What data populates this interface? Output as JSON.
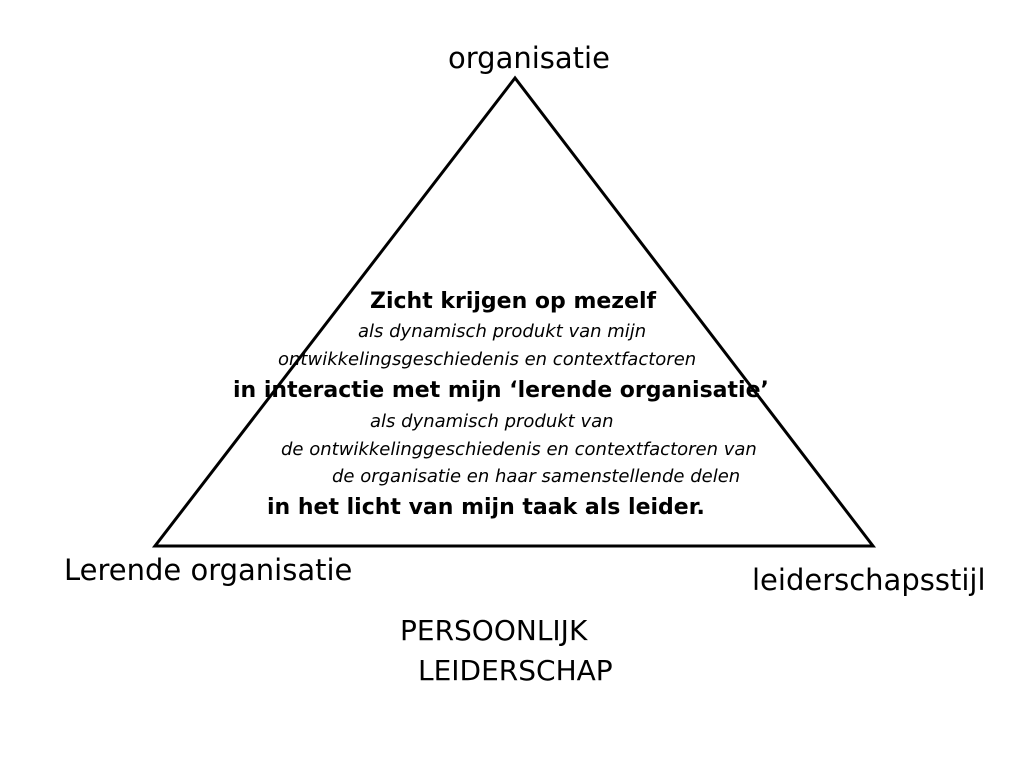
{
  "diagram": {
    "vertices": {
      "top": "organisatie",
      "bottom_left": "Lerende organisatie",
      "bottom_right": "leiderschapsstijl"
    },
    "center_text": [
      "Zicht krijgen op mezelf",
      "als dynamisch produkt van mijn",
      "ontwikkelingsgeschiedenis en contextfactoren",
      "in interactie met mijn ‘lerende organisatie’",
      "als dynamisch produkt van",
      "de ontwikkelinggeschiedenis en contextfactoren van",
      "de organisatie en haar samenstellende delen",
      "in het licht van mijn taak als leider."
    ],
    "footer": [
      "PERSOONLIJK",
      "LEIDERSCHAP"
    ],
    "line_color": "#000000"
  }
}
